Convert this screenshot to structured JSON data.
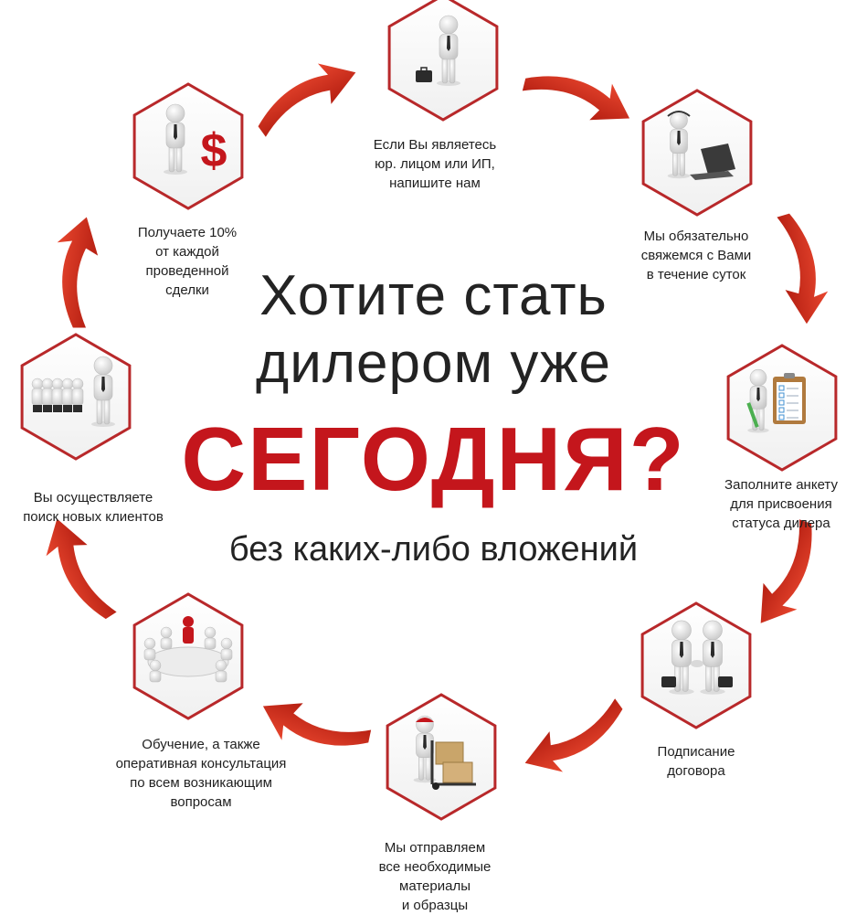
{
  "headline": {
    "line1": "Хотите стать",
    "line2": "дилером уже",
    "accent": "СЕГОДНЯ?",
    "sub": "без каких-либо вложений"
  },
  "colors": {
    "accent": "#c4161c",
    "arrow": "#d4311f",
    "hex_border": "#b8282a",
    "text": "#232323"
  },
  "steps": [
    {
      "icon": "businessman-with-briefcase-icon",
      "lines": [
        "Если Вы являетесь",
        "юр. лицом или ИП,",
        "напишите нам"
      ]
    },
    {
      "icon": "operator-with-laptop-icon",
      "lines": [
        "Мы обязательно",
        "свяжемся с Вами",
        "в течение суток"
      ]
    },
    {
      "icon": "clipboard-checklist-icon",
      "lines": [
        "Заполните анкету",
        "для присвоения",
        "статуса дилера"
      ]
    },
    {
      "icon": "handshake-icon",
      "lines": [
        "Подписание",
        "договора"
      ]
    },
    {
      "icon": "delivery-boxes-icon",
      "lines": [
        "Мы отправляем",
        "все необходимые",
        "материалы",
        "и образцы"
      ]
    },
    {
      "icon": "meeting-table-icon",
      "lines": [
        "Обучение, а также",
        "оперативная консультация",
        "по всем возникающим",
        "вопросам"
      ]
    },
    {
      "icon": "presentation-group-icon",
      "lines": [
        "Вы осуществляете",
        "поиск новых клиентов"
      ]
    },
    {
      "icon": "dollar-sign-icon",
      "lines": [
        "Получаете 10%",
        "от каждой",
        "проведенной",
        "сделки"
      ]
    }
  ],
  "dollar_symbol": "$"
}
